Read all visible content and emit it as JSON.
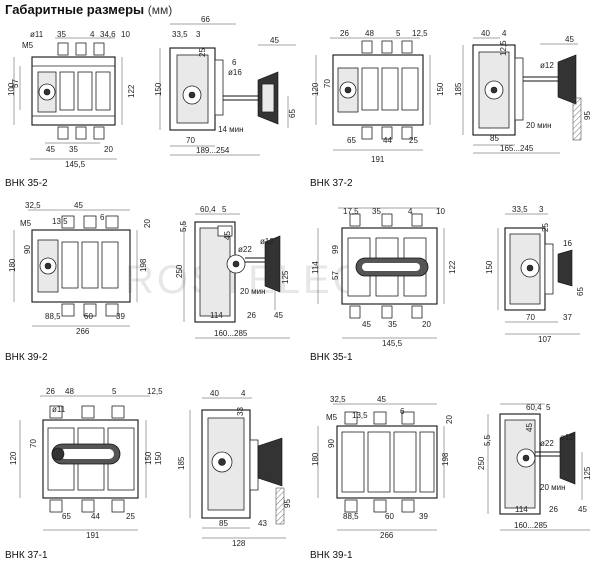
{
  "header": {
    "title": "Габаритные размеры",
    "unit": "(мм)"
  },
  "watermark": "ROSTELEC",
  "models": [
    {
      "label": "ВНК 35-2"
    },
    {
      "label": "ВНК 37-2"
    },
    {
      "label": "ВНК 39-2"
    },
    {
      "label": "ВНК 35-1"
    },
    {
      "label": "ВНК 37-1"
    },
    {
      "label": "ВНК 39-1"
    }
  ],
  "dims": {
    "m352f": [
      "M5",
      "ø11",
      "35",
      "4",
      "34,6",
      "10",
      "57",
      "100",
      "122",
      "45",
      "35",
      "20",
      "145,5"
    ],
    "m352s": [
      "66",
      "33,5",
      "3",
      "25",
      "45",
      "6",
      "ø16",
      "65",
      "14 мин",
      "150",
      "70",
      "189...254"
    ],
    "m372f": [
      "26",
      "48",
      "5",
      "12,5",
      "70",
      "120",
      "150",
      "65",
      "44",
      "25",
      "191"
    ],
    "m372s": [
      "40",
      "4",
      "12,5",
      "45",
      "ø12",
      "185",
      "95",
      "20 мин",
      "85",
      "165...245"
    ],
    "m392f": [
      "32,5",
      "45",
      "M5",
      "13,5",
      "6",
      "20",
      "90",
      "180",
      "198",
      "88,5",
      "60",
      "39",
      "266"
    ],
    "m392s": [
      "60,4",
      "5",
      "5,5",
      "45",
      "ø12",
      "ø22",
      "250",
      "125",
      "20 мин",
      "114",
      "26",
      "45",
      "160...285"
    ],
    "m351f": [
      "17,5",
      "35",
      "4",
      "10",
      "99",
      "57",
      "114",
      "122",
      "45",
      "35",
      "20",
      "145,5"
    ],
    "m351s": [
      "33,5",
      "3",
      "25",
      "16",
      "150",
      "65",
      "70",
      "37",
      "107"
    ],
    "m371f": [
      "26",
      "48",
      "5",
      "12,5",
      "ø11",
      "70",
      "120",
      "150",
      "150",
      "65",
      "44",
      "25",
      "191"
    ],
    "m371s": [
      "40",
      "4",
      "33",
      "185",
      "95",
      "85",
      "43",
      "128"
    ],
    "m391f": [
      "32,5",
      "45",
      "M5",
      "13,5",
      "6",
      "20",
      "90",
      "180",
      "198",
      "88,5",
      "60",
      "39",
      "266"
    ],
    "m391s": [
      "60,4",
      "5",
      "5,5",
      "45",
      "ø12",
      "ø22",
      "250",
      "125",
      "20 мин",
      "114",
      "26",
      "45",
      "160...285"
    ]
  }
}
